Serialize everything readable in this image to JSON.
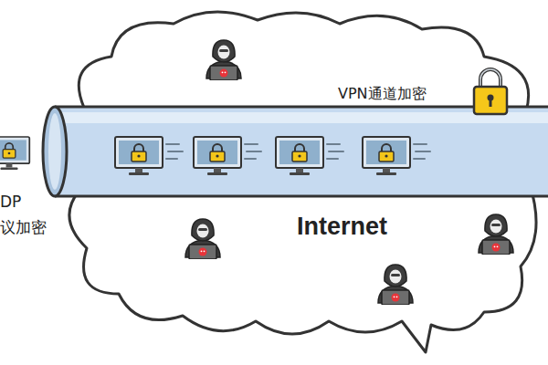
{
  "diagram": {
    "nodes": [
      {
        "text": [
          "Internet"
        ]
      }
    ],
    "labels": [
      "VPN通道加密",
      "DP",
      "议加密"
    ]
  }
}
